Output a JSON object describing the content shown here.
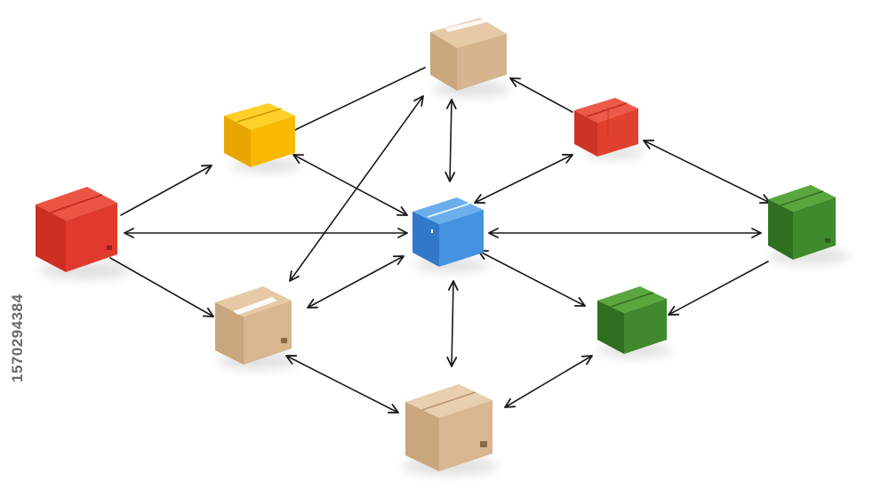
{
  "stock_id": "1570294384",
  "colors": {
    "background": "#ffffff",
    "arrow": "#1a1a1a",
    "red": "#e03a2e",
    "yellow": "#f6b800",
    "kraft": "#d8b690",
    "blue": "#3f8fdc",
    "green": "#3f8a2c"
  },
  "boxes": [
    {
      "id": "kraft-top",
      "color": "kraft"
    },
    {
      "id": "yellow",
      "color": "yellow"
    },
    {
      "id": "red-small",
      "color": "red"
    },
    {
      "id": "red-large",
      "color": "red"
    },
    {
      "id": "blue-center",
      "color": "blue"
    },
    {
      "id": "green-right",
      "color": "green"
    },
    {
      "id": "kraft-left",
      "color": "kraft"
    },
    {
      "id": "green-lower",
      "color": "green"
    },
    {
      "id": "kraft-bottom",
      "color": "kraft"
    }
  ]
}
